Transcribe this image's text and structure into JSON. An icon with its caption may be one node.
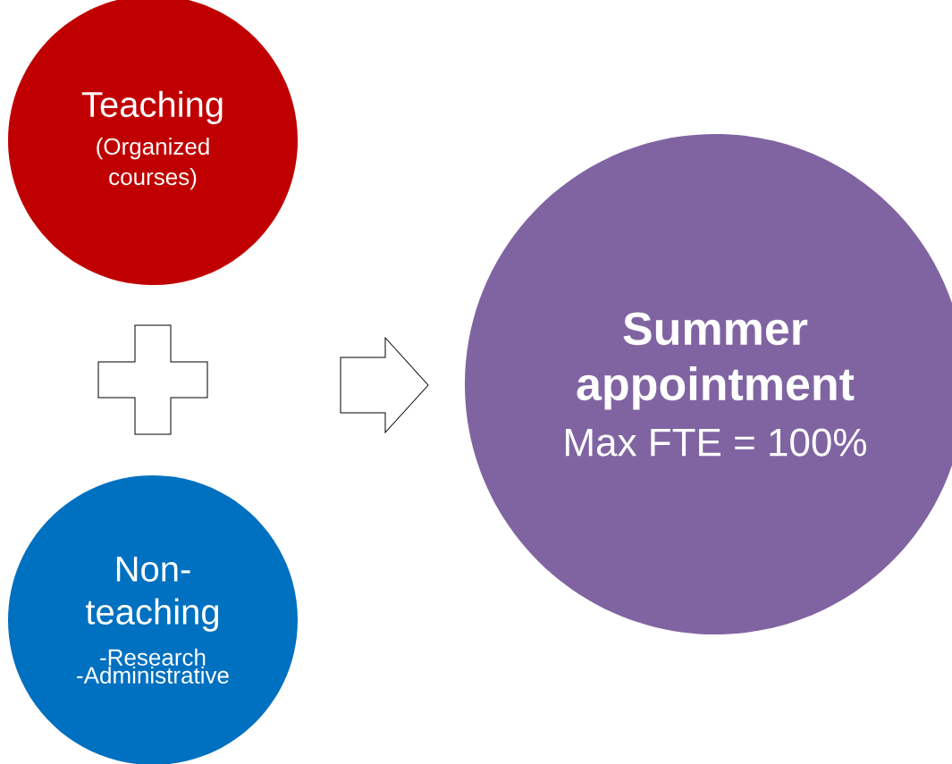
{
  "diagram": {
    "nodes": [
      {
        "text": [
          "Teaching",
          "(Organized courses)"
        ]
      },
      {
        "text": [],
        "shape": "plus"
      },
      {
        "text": [
          "Non-teaching",
          "-Research",
          "-Administrative"
        ]
      },
      {
        "text": [],
        "shape": "arrow"
      },
      {
        "text": [
          "Summer appointment",
          "Max FTE = 100%"
        ]
      }
    ]
  }
}
